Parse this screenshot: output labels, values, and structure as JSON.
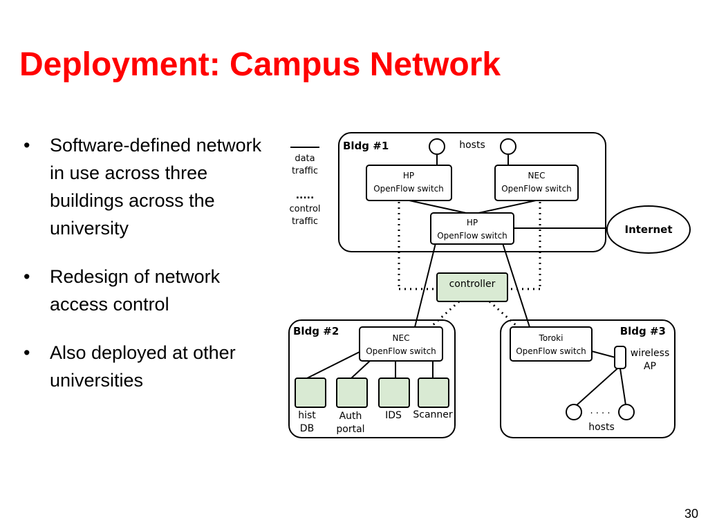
{
  "slide": {
    "title": "Deployment: Campus Network",
    "page_number": "30",
    "bullets": [
      "Software-defined network in use across three buildings across the university",
      "Redesign of network access control",
      "Also deployed at other universities"
    ]
  },
  "diagram": {
    "legend": {
      "data_line1": "data",
      "data_line2": "traffic",
      "control_dots": ".....",
      "control_line1": "control",
      "control_line2": "traffic"
    },
    "bldg1": {
      "label": "Bldg #1",
      "hosts_label": "hosts",
      "switch_left": [
        "HP",
        "OpenFlow switch"
      ],
      "switch_right": [
        "NEC",
        "OpenFlow switch"
      ],
      "switch_core": [
        "HP",
        "OpenFlow switch"
      ]
    },
    "internet_label": "Internet",
    "controller_label": "controller",
    "bldg2": {
      "label": "Bldg #2",
      "switch": [
        "NEC",
        "OpenFlow switch"
      ],
      "servers": [
        {
          "line1": "hist",
          "line2": "DB"
        },
        {
          "line1": "Auth",
          "line2": "portal"
        },
        {
          "line1": "IDS",
          "line2": ""
        },
        {
          "line1": "Scanner",
          "line2": ""
        }
      ]
    },
    "bldg3": {
      "label": "Bldg #3",
      "switch": [
        "Toroki",
        "OpenFlow switch"
      ],
      "ap_line1": "wireless",
      "ap_line2": "AP",
      "hosts_dots": ". . . .",
      "hosts_label": "hosts"
    },
    "colors": {
      "title": "#ff0000",
      "server_fill": "#d9ead3",
      "controller_fill": "#d9ead3"
    }
  }
}
